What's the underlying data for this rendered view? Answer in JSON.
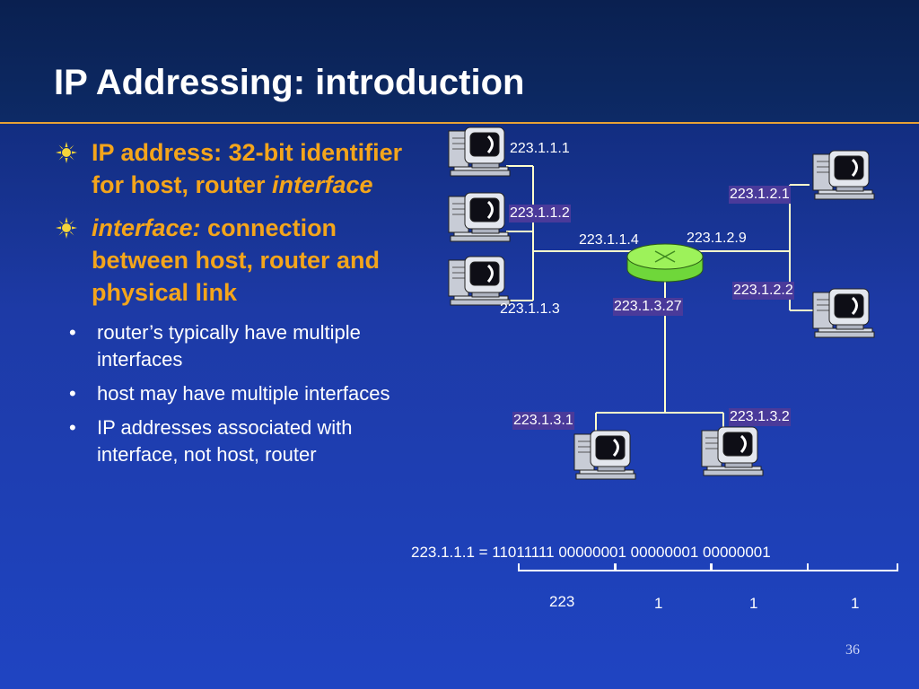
{
  "title": "IP Addressing: introduction",
  "bullets": [
    {
      "prefix": "IP address: ",
      "prefix_italic": "",
      "text": "32-bit identifier for host, router ",
      "suffix_italic": "interface"
    },
    {
      "prefix": "",
      "prefix_italic": "interface:",
      "text": " connection between host, router and physical link",
      "suffix_italic": ""
    }
  ],
  "sub_bullets": [
    "router’s typically have multiple interfaces",
    "host may have multiple interfaces",
    "IP addresses associated with interface, not host, router"
  ],
  "diagram": {
    "labels": {
      "h1": "223.1.1.1",
      "h2": "223.1.1.2",
      "h3": "223.1.1.3",
      "r114": "223.1.1.4",
      "r129": "223.1.2.9",
      "r1327": "223.1.3.27",
      "h21": "223.1.2.1",
      "h22": "223.1.2.2",
      "h31": "223.1.3.1",
      "h32": "223.1.3.2"
    },
    "binary": {
      "equation": "223.1.1.1 = 11011111 00000001 00000001 00000001",
      "decimals": [
        "223",
        "1",
        "1",
        "1"
      ]
    }
  },
  "page_number": "36",
  "colors": {
    "accent": "#f4a51b",
    "rule": "#e6a135",
    "link": "#ffffcc",
    "router": "#8cf24a"
  }
}
